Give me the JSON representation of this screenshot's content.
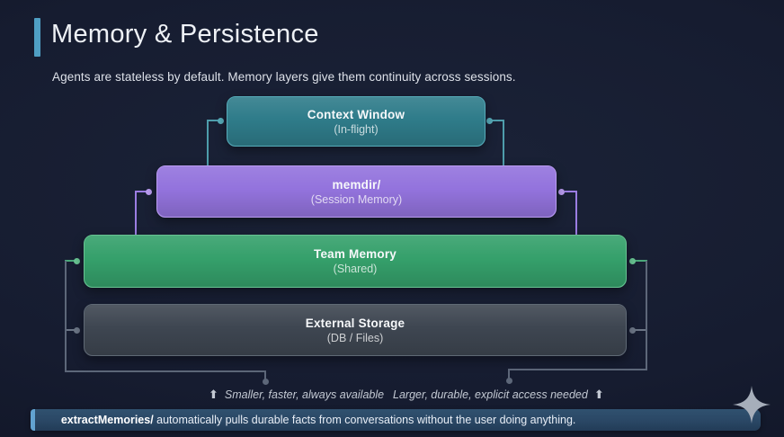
{
  "slide": {
    "title": "Memory & Persistence",
    "subtitle": "Agents are stateless by default. Memory layers give them continuity across sessions."
  },
  "diagram": {
    "layers": [
      {
        "id": "context-window",
        "title": "Context Window",
        "subtitle": "(In-flight)"
      },
      {
        "id": "memdir",
        "title": "memdir/",
        "subtitle": "(Session Memory)"
      },
      {
        "id": "team-memory",
        "title": "Team Memory",
        "subtitle": "(Shared)"
      },
      {
        "id": "external-storage",
        "title": "External Storage",
        "subtitle": "(DB / Files)"
      }
    ],
    "annotations": {
      "left": {
        "arrow": "⬆",
        "text": "Smaller, faster, always available"
      },
      "right": {
        "arrow": "⬆",
        "text": "Larger, durable, explicit access needed"
      }
    }
  },
  "footer": {
    "highlight": "extractMemories/",
    "text": " automatically pulls durable facts from conversations without the user doing anything."
  },
  "colors": {
    "background": "#161c30",
    "title_accent": "#4f9fc4",
    "layer_context_fill": "#2f7c8a",
    "layer_context_border": "#57abb9",
    "layer_memdir_fill": "#9373dd",
    "layer_memdir_border": "#b99cf0",
    "layer_team_fill": "#35a06b",
    "layer_team_border": "#68c392",
    "layer_external_fill": "#3e4651",
    "layer_external_border": "#5f6975",
    "connector_context": "#4e9dab",
    "connector_memdir": "#9b7de2",
    "connector_team": "#4aa87a",
    "connector_external": "#6b7585",
    "rail": "#5d6779",
    "footer_fill": "#2a4765",
    "footer_accent": "#62a3d1",
    "annotation_text": "#c3c9d3",
    "sparkle": "#a6aeba"
  }
}
